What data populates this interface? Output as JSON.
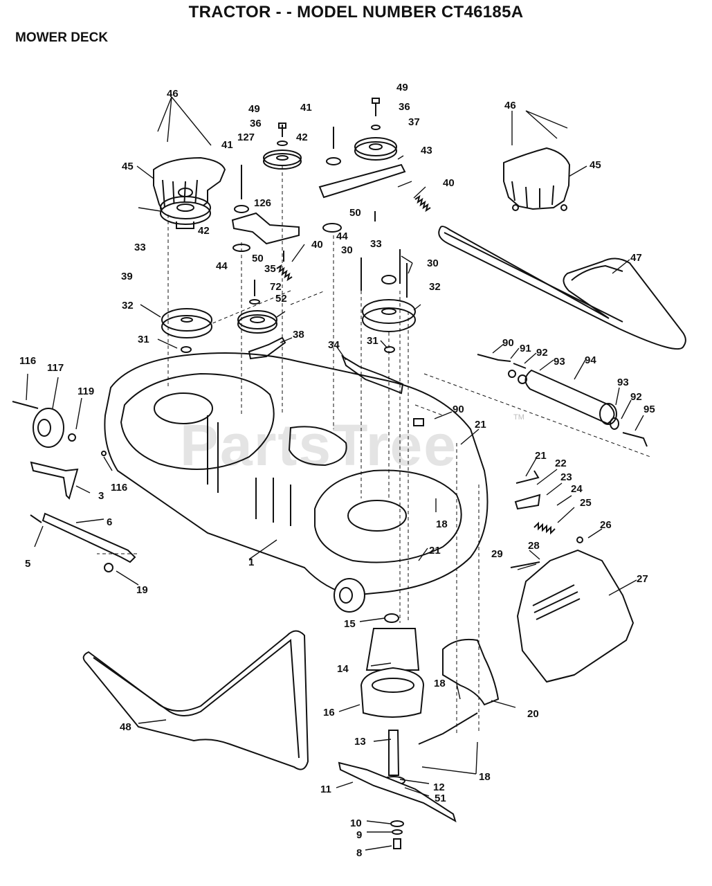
{
  "title": "TRACTOR - - MODEL NUMBER CT46185A",
  "section": "MOWER DECK",
  "watermark": "PartsTree",
  "watermark_tm": "TM",
  "callouts": [
    {
      "id": "c46a",
      "label": "46"
    },
    {
      "id": "c45a",
      "label": "45"
    },
    {
      "id": "c49a",
      "label": "49"
    },
    {
      "id": "c36a",
      "label": "36"
    },
    {
      "id": "c127",
      "label": "127"
    },
    {
      "id": "c41a",
      "label": "41"
    },
    {
      "id": "c41b",
      "label": "41"
    },
    {
      "id": "c42a",
      "label": "42"
    },
    {
      "id": "c42b",
      "label": "42"
    },
    {
      "id": "c126",
      "label": "126"
    },
    {
      "id": "c49b",
      "label": "49"
    },
    {
      "id": "c36b",
      "label": "36"
    },
    {
      "id": "c37",
      "label": "37"
    },
    {
      "id": "c43",
      "label": "43"
    },
    {
      "id": "c40a",
      "label": "40"
    },
    {
      "id": "c50a",
      "label": "50"
    },
    {
      "id": "c44a",
      "label": "44"
    },
    {
      "id": "c46b",
      "label": "46"
    },
    {
      "id": "c45b",
      "label": "45"
    },
    {
      "id": "c33a",
      "label": "33"
    },
    {
      "id": "c44b",
      "label": "44"
    },
    {
      "id": "c50b",
      "label": "50"
    },
    {
      "id": "c40b",
      "label": "40"
    },
    {
      "id": "c30a",
      "label": "30"
    },
    {
      "id": "c33b",
      "label": "33"
    },
    {
      "id": "c30b",
      "label": "30"
    },
    {
      "id": "c47",
      "label": "47"
    },
    {
      "id": "c39",
      "label": "39"
    },
    {
      "id": "c35",
      "label": "35"
    },
    {
      "id": "c72",
      "label": "72"
    },
    {
      "id": "c52",
      "label": "52"
    },
    {
      "id": "c32a",
      "label": "32"
    },
    {
      "id": "c32b",
      "label": "32"
    },
    {
      "id": "c31a",
      "label": "31"
    },
    {
      "id": "c38",
      "label": "38"
    },
    {
      "id": "c34",
      "label": "34"
    },
    {
      "id": "c31b",
      "label": "31"
    },
    {
      "id": "c90a",
      "label": "90"
    },
    {
      "id": "c91",
      "label": "91"
    },
    {
      "id": "c92a",
      "label": "92"
    },
    {
      "id": "c93a",
      "label": "93"
    },
    {
      "id": "c94",
      "label": "94"
    },
    {
      "id": "c116a",
      "label": "116"
    },
    {
      "id": "c117",
      "label": "117"
    },
    {
      "id": "c119",
      "label": "119"
    },
    {
      "id": "c93b",
      "label": "93"
    },
    {
      "id": "c92b",
      "label": "92"
    },
    {
      "id": "c95",
      "label": "95"
    },
    {
      "id": "c90b",
      "label": "90"
    },
    {
      "id": "c21a",
      "label": "21"
    },
    {
      "id": "c21b",
      "label": "21"
    },
    {
      "id": "c22",
      "label": "22"
    },
    {
      "id": "c23",
      "label": "23"
    },
    {
      "id": "c24",
      "label": "24"
    },
    {
      "id": "c25",
      "label": "25"
    },
    {
      "id": "c3",
      "label": "3"
    },
    {
      "id": "c116b",
      "label": "116"
    },
    {
      "id": "c18a",
      "label": "18"
    },
    {
      "id": "c6",
      "label": "6"
    },
    {
      "id": "c26",
      "label": "26"
    },
    {
      "id": "c5",
      "label": "5"
    },
    {
      "id": "c1",
      "label": "1"
    },
    {
      "id": "c21c",
      "label": "21"
    },
    {
      "id": "c28",
      "label": "28"
    },
    {
      "id": "c29",
      "label": "29"
    },
    {
      "id": "c27",
      "label": "27"
    },
    {
      "id": "c19",
      "label": "19"
    },
    {
      "id": "c15",
      "label": "15"
    },
    {
      "id": "c14",
      "label": "14"
    },
    {
      "id": "c18b",
      "label": "18"
    },
    {
      "id": "c20",
      "label": "20"
    },
    {
      "id": "c16",
      "label": "16"
    },
    {
      "id": "c48",
      "label": "48"
    },
    {
      "id": "c13",
      "label": "13"
    },
    {
      "id": "c18c",
      "label": "18"
    },
    {
      "id": "c11",
      "label": "11"
    },
    {
      "id": "c12",
      "label": "12"
    },
    {
      "id": "c51",
      "label": "51"
    },
    {
      "id": "c10",
      "label": "10"
    },
    {
      "id": "c9",
      "label": "9"
    },
    {
      "id": "c8",
      "label": "8"
    }
  ]
}
